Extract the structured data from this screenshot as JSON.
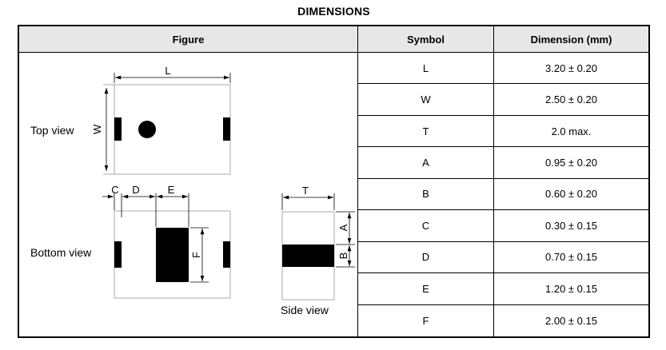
{
  "title": "DIMENSIONS",
  "table": {
    "headers": {
      "figure": "Figure",
      "symbol": "Symbol",
      "dimension": "Dimension (mm)"
    },
    "rows": [
      {
        "symbol": "L",
        "dimension": "3.20 ± 0.20"
      },
      {
        "symbol": "W",
        "dimension": "2.50 ± 0.20"
      },
      {
        "symbol": "T",
        "dimension": "2.0 max."
      },
      {
        "symbol": "A",
        "dimension": "0.95 ± 0.20"
      },
      {
        "symbol": "B",
        "dimension": "0.60 ± 0.20"
      },
      {
        "symbol": "C",
        "dimension": "0.30 ± 0.15"
      },
      {
        "symbol": "D",
        "dimension": "0.70 ± 0.15"
      },
      {
        "symbol": "E",
        "dimension": "1.20 ± 0.15"
      },
      {
        "symbol": "F",
        "dimension": "2.00 ± 0.15"
      }
    ]
  },
  "figure": {
    "views": {
      "top": "Top view",
      "bottom": "Bottom view",
      "side": "Side view"
    },
    "dim_labels": {
      "L": "L",
      "W": "W",
      "C": "C",
      "D": "D",
      "E": "E",
      "F": "F",
      "T": "T",
      "A": "A",
      "B": "B"
    }
  },
  "colors": {
    "header_bg": "#e7e7e7",
    "table_border": "#000000",
    "part_outline": "#aaaaaa",
    "pad_fill": "#000000"
  }
}
